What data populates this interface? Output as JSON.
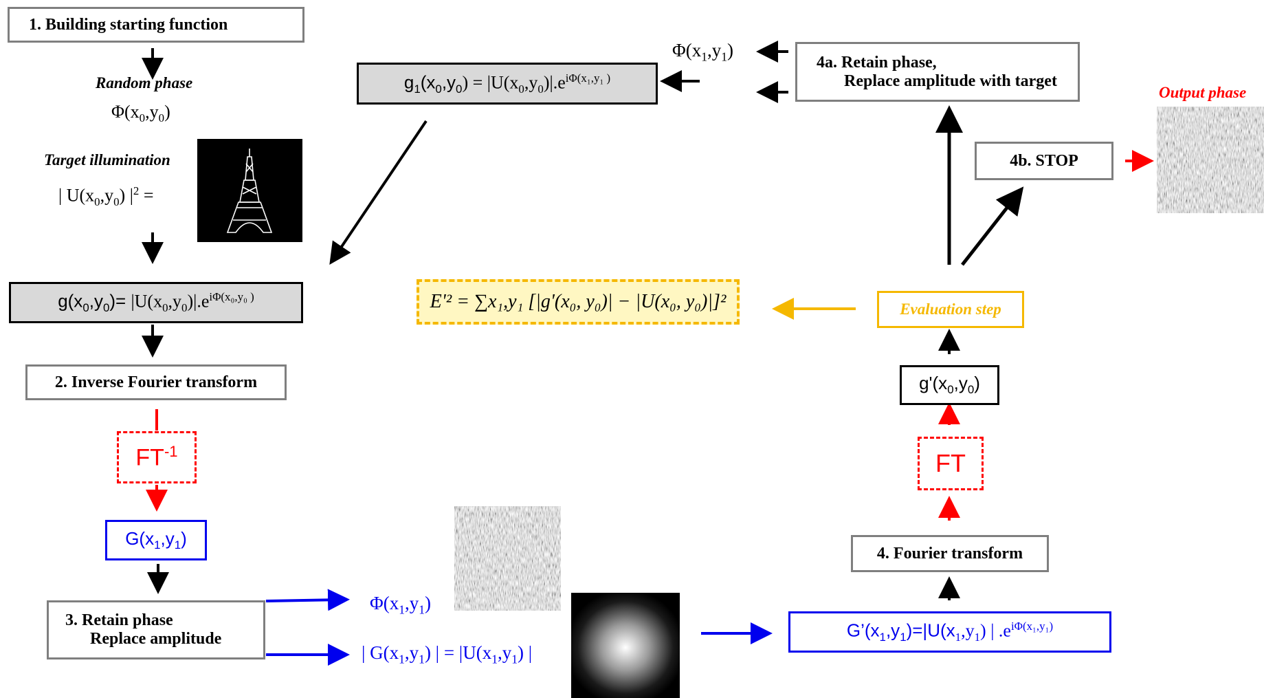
{
  "step1": {
    "label": "1. Building starting function"
  },
  "random_phase": {
    "label": "Random phase",
    "phi": "Φ(x",
    "sub0": "0",
    "mid": ",y",
    "sub1": "0",
    "end": ")"
  },
  "target": {
    "label": "Target illumination",
    "pre": "| U(x",
    "sub0": "0",
    "mid": ",y",
    "sub1": "0",
    "post": ") |",
    "sup": "2",
    "eq": " ="
  },
  "g_box": {
    "lhs": "g(x",
    "s0": "0",
    "m": ",y",
    "s1": "0",
    "rhs": ")= ",
    "amp": "|U(x",
    "a0": "0",
    "am": ",y",
    "a1": "0",
    "aend": ")|.e",
    "exp": "iΦ(x₀,y₀ )"
  },
  "step2": {
    "label": "2. Inverse Fourier transform"
  },
  "ft_inv": {
    "label": "FT",
    "sup": "-1"
  },
  "G_box": {
    "pre": "G(x",
    "s0": "1",
    "m": ",y",
    "s1": "1",
    "end": ")"
  },
  "step3": {
    "line1": "3. Retain phase",
    "line2": "Replace amplitude"
  },
  "phi_out": {
    "pre": "Φ(x",
    "s0": "1",
    "m": ",y",
    "s1": "1",
    "end": ")"
  },
  "G_amp": {
    "text1": "| G(x",
    "s0": "1",
    "m": ",y",
    "s1": "1",
    "mid": ") | = |U(x",
    "s2": "1",
    "m2": ",y",
    "s3": "1",
    "end": ") |"
  },
  "G_prime_box": {
    "pre": "G’(x",
    "s0": "1",
    "m": ",y",
    "s1": "1",
    "mid": ")=|U(x",
    "s2": "1",
    "m2": ",y",
    "s3": "1",
    "end": ") | .e",
    "exp": "iΦ(x₁,y₁)"
  },
  "step4": {
    "label": "4. Fourier transform"
  },
  "ft": {
    "label": "FT"
  },
  "g_prime": {
    "pre": "g'(x",
    "s0": "0",
    "m": ",y",
    "s1": "0",
    "end": ")"
  },
  "evaluation": {
    "label": "Evaluation step"
  },
  "error": {
    "formula": "E'² = ∑x₁,y₁ [|g'(x₀, y₀)| − |U(x₀, y₀)|]²"
  },
  "step4a": {
    "line1": "4a. Retain phase,",
    "line2": "Replace amplitude with target"
  },
  "step4b": {
    "label": "4b. STOP"
  },
  "output_phase": {
    "label": "Output phase"
  },
  "phi_top": {
    "pre": "Φ(x",
    "s0": "1",
    "m": ",y",
    "s1": "1",
    "end": ")"
  },
  "g1_box": {
    "pre": "g",
    "s": "1",
    "mid": "(x",
    "s0": "0",
    "m": ",y",
    "s1": "0",
    "rhs": ") = |U(x",
    "a0": "0",
    "am": ",y",
    "a1": "0",
    "aend": ")|.e",
    "exp": "iΦ(x₁,y₁ )"
  },
  "colors": {
    "black": "#000000",
    "red": "#ff0000",
    "blue": "#0000ee",
    "gold": "#f5b800",
    "gray": "#7f7f7f",
    "box_fill": "#d9d9d9",
    "error_fill": "#fff7c2"
  }
}
